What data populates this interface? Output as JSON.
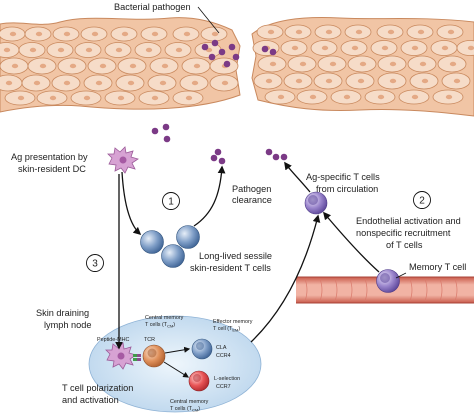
{
  "labels": {
    "bacterial_pathogen": "Bacterial pathogen",
    "ag_presentation_1": "Ag presentation by",
    "ag_presentation_2": "skin-resident DC",
    "pathogen_clearance_1": "Pathogen",
    "pathogen_clearance_2": "clearance",
    "ag_specific_1": "Ag-specific T cells",
    "ag_specific_2": "from circulation",
    "endothelial_1": "Endothelial activation and",
    "endothelial_2": "nonspecific recruitment",
    "endothelial_3": "of T cells",
    "long_lived_1": "Long-lived sessile",
    "long_lived_2": "skin-resident T cells",
    "memory_t_cell": "Memory T cell",
    "skin_draining_1": "Skin draining",
    "skin_draining_2": "lymph node",
    "polarization_1": "T cell polarization",
    "polarization_2": "and activation",
    "peptide_mhc": "Peptide-MHC",
    "tcr": "TCR",
    "central_memory_top_1": "Central memory",
    "central_memory_top_2": "T cells (T",
    "central_memory_top_sub": "CM",
    "effector_memory_1": "Effector memory",
    "effector_memory_2": "T cell (T",
    "effector_memory_sub": "EM",
    "cla": "CLA",
    "ccr4": "CCR4",
    "l_selection": "L-selection",
    "ccr7": "CCR7",
    "central_memory_bottom_1": "Central memory",
    "central_memory_bottom_2": "T cells (T",
    "central_memory_bottom_sub": "CM"
  },
  "steps": [
    "1",
    "2",
    "3"
  ],
  "colors": {
    "skin_cell_fill": "#f6dcc8",
    "skin_cell_stroke": "#c9895e",
    "skin_layer": "#f1c5a5",
    "bacteria": "#7b3a86",
    "t_cell_blue": "#5f83b4",
    "t_cell_purple": "#8a74bf",
    "t_cell_orange": "#d98a56",
    "t_cell_red": "#e34f52",
    "dendritic_cell": "#c98ac5",
    "vessel": "#e07f6f",
    "lymph_node": "#d4e6f5"
  },
  "icons": [
    "skin-epidermis",
    "dendritic-cell-icon",
    "bacteria-cluster-icon",
    "t-cell-icon",
    "blood-vessel-icon",
    "lymph-node-icon"
  ]
}
